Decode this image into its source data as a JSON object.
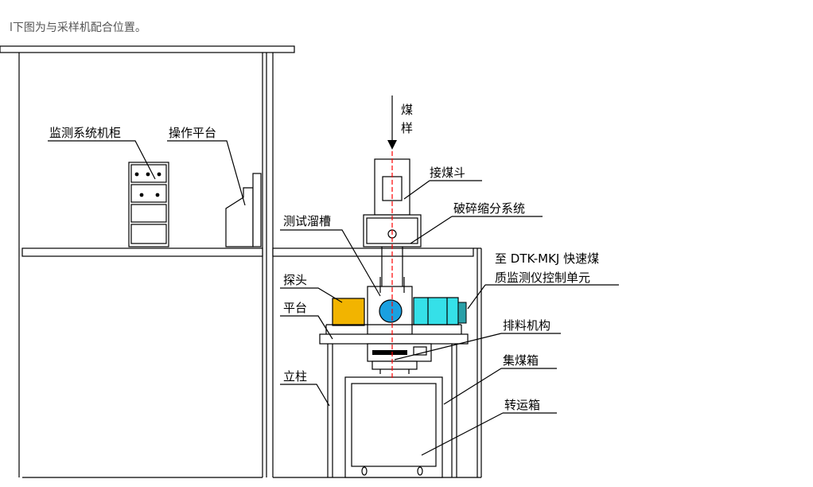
{
  "caption": "l下图为与采样机配合位置。",
  "labels": {
    "coal_sample_1": "煤",
    "coal_sample_2": "样",
    "cabinet": "监测系统机柜",
    "console": "操作平台",
    "hopper": "接煤斗",
    "crusher": "破碎缩分系统",
    "chute": "测试溜槽",
    "control_1": "至 DTK-MKJ 快速煤",
    "control_2": "质监测仪控制单元",
    "probe": "探头",
    "platform": "平台",
    "discharge": "排料机构",
    "collector": "集煤箱",
    "column": "立柱",
    "transfer_box": "转运箱"
  },
  "colors": {
    "probe_fill": "#f2b400",
    "sensor_fill": "#1aa0e0",
    "control_fill": "#35e0e8",
    "axis_line": "#ff0000"
  }
}
